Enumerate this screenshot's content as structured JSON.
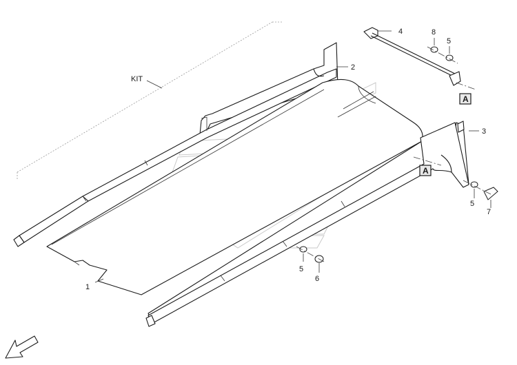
{
  "diagram": {
    "kit_label": "KIT",
    "callouts": {
      "part_1": "1",
      "part_2": "2",
      "part_3": "3",
      "part_4": "4",
      "part_5_top": "5",
      "part_5_right": "5",
      "part_5_bottom": "5",
      "part_6": "6",
      "part_7": "7",
      "part_8": "8"
    },
    "reference_marks": {
      "top": "A",
      "mid": "A"
    },
    "icons": [
      "direction-arrow-icon",
      "watermark-logo-icon"
    ]
  }
}
